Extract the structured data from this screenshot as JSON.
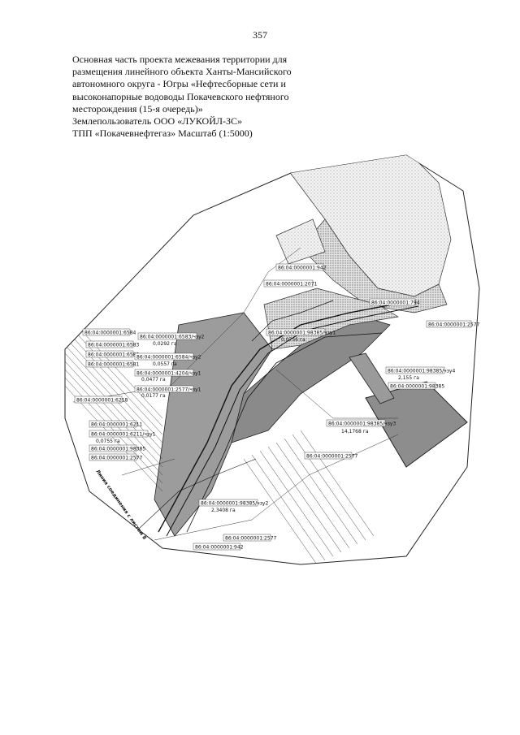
{
  "page_number": "357",
  "caption_lines": [
    "Основная часть проекта межевания территории для",
    "размещения линейного объекта Ханты-Мансийского",
    "автономного округа - Югры «Нефтесборные сети и",
    "высоконапорные водоводы Покачевского нефтяного",
    "месторождения (15-я очередь)»",
    "Землепользователь ООО «ЛУКОЙЛ-ЗС»",
    "ТПП «Покачевнефтегаз» Масштаб (1:5000)"
  ],
  "map": {
    "parcel_labels": [
      "86:04:0000001:942",
      "86:04:0000001:2071",
      "86:04:0000001:794",
      "86:04:0000001:2577",
      "86:04:0000001:6584",
      "86:04:0000001:6583/чзу2",
      "0,0292 га",
      "86:04:0000001:6583",
      "86:04:0000001:6582",
      "86:04:0000001:6584/чзу2",
      "0,0557 га",
      "86:04:0000001:6581",
      "86:04:0000001:4204/чзу1",
      "0,0477 га",
      "86:04:0000001:98385/чзу1",
      "0,0756 га",
      "86:04:0000001:98385/чзу4",
      "2,155 га",
      "86:04:0000001:98385",
      "86:04:0000001:6218",
      "86:04:0000001:2577/чзу1",
      "0,0177 га",
      "86:04:0000001:98385/чзу3",
      "14,1768 га",
      "86:04:0000001:6211",
      "86:04:0000001:6211/чзу1",
      "0,0755 га",
      "86:04:0000001:98385",
      "86:04:0000001:2577",
      "86:04:0000001:2577",
      "86:04:0000001:98385/чзу2",
      "2,3408 га",
      "86:04:0000001:2577",
      "86:04:0000001:942"
    ],
    "vertical_label": "Линия соединения с листом 8"
  }
}
